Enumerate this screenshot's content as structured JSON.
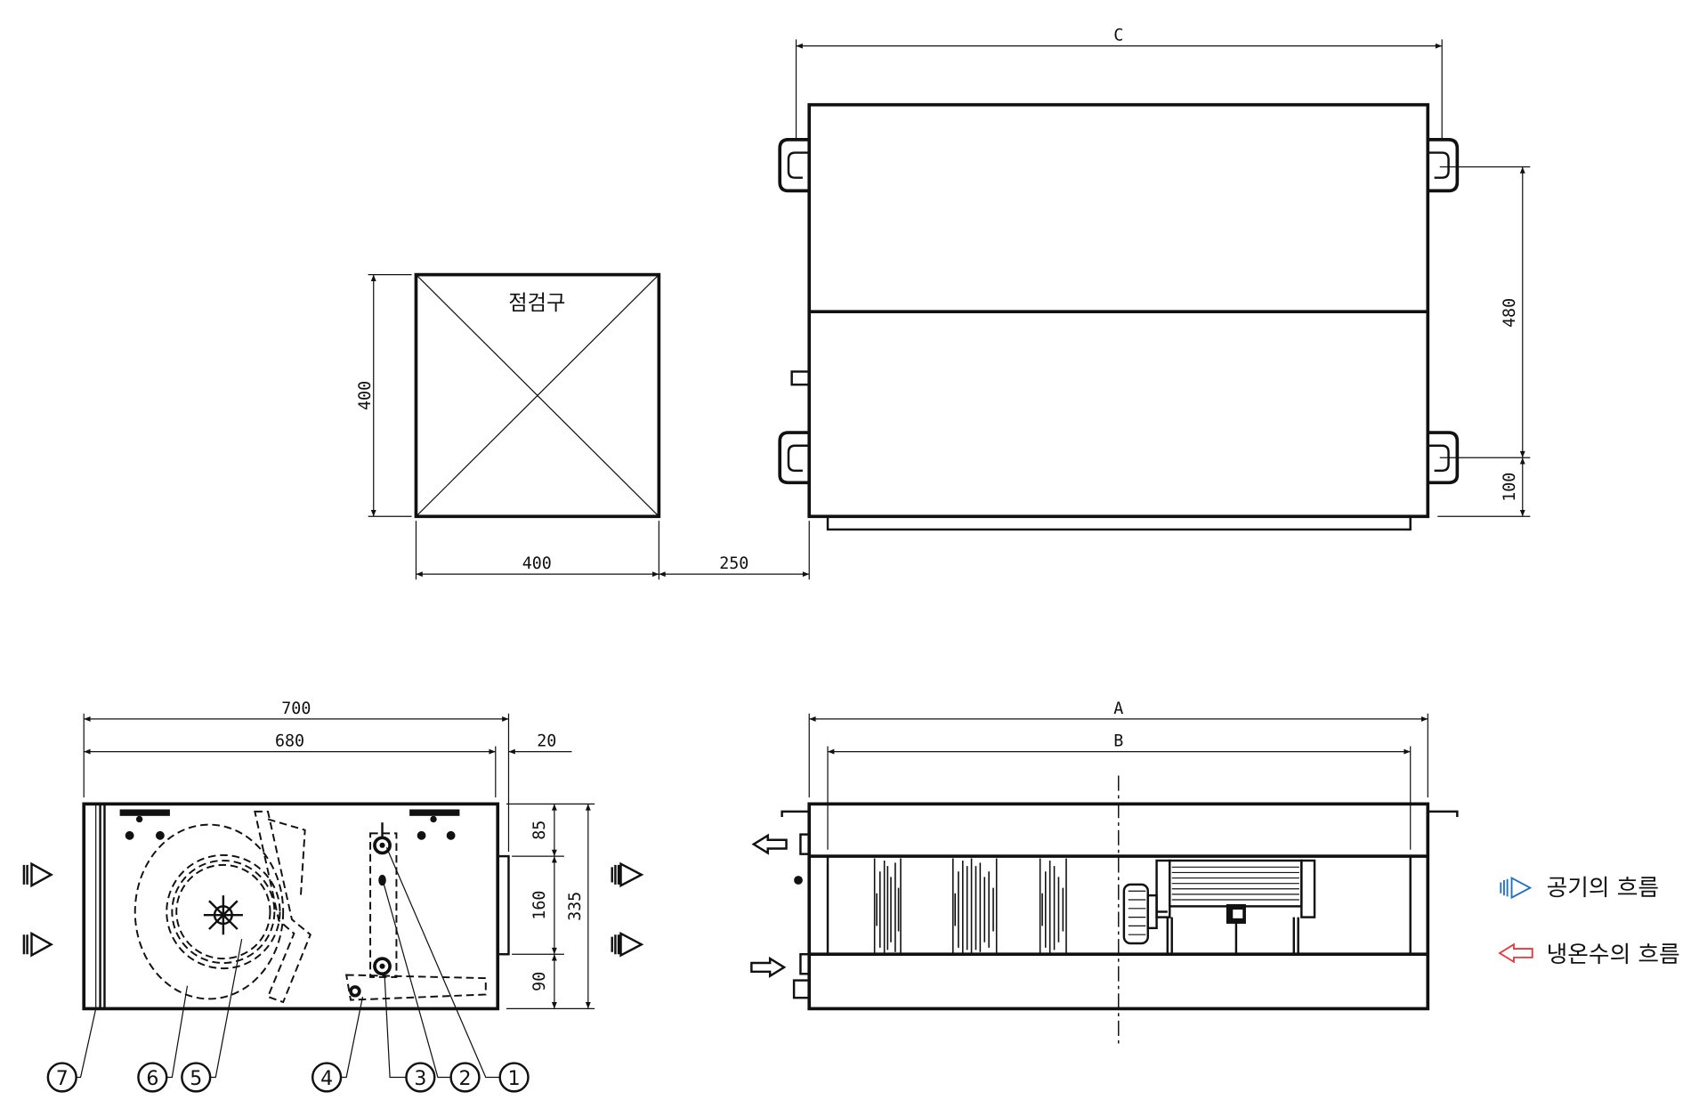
{
  "inspection_view": {
    "label": "점검구",
    "dim_height": "400",
    "dim_width": "400",
    "dim_gap": "250"
  },
  "top_view": {
    "dim_length": "C",
    "dim_hanger_span": "480",
    "dim_hanger_offset": "100"
  },
  "side_view": {
    "dim_total": "700",
    "dim_body": "680",
    "dim_protrusion": "20",
    "dim_top": "85",
    "dim_mid": "160",
    "dim_bottom": "90",
    "dim_height": "335",
    "callouts": [
      "①",
      "②",
      "③",
      "④",
      "⑤",
      "⑥",
      "⑦"
    ]
  },
  "front_view": {
    "dim_a": "A",
    "dim_b": "B"
  },
  "legend": {
    "air_flow": "공기의 흐름",
    "water_flow": "냉온수의 흐름",
    "air_color": "#1f6fc2",
    "water_color": "#e8383d"
  }
}
